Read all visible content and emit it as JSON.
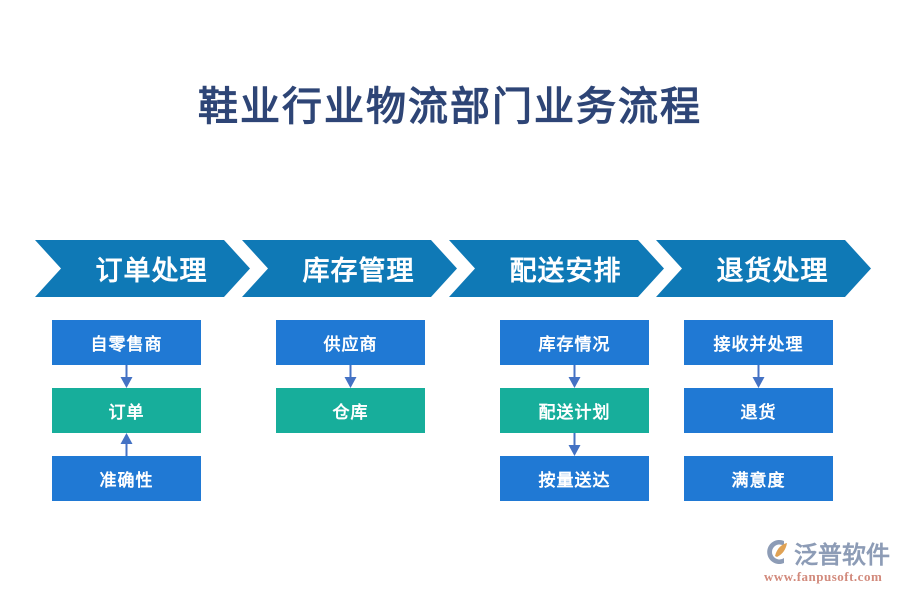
{
  "page": {
    "title": "鞋业行业物流部门业务流程",
    "background_color": "#ffffff",
    "title_color": "#2e4576"
  },
  "palette": {
    "chevron_blue": "#0f79b6",
    "box_blue": "#2079d4",
    "box_teal": "#17ae9b",
    "arrow_blue": "#4472c4",
    "logo_gray_blue": "#8d9cb6",
    "logo_url_red": "#d28a7c",
    "logo_swoosh_orange": "#e0a254"
  },
  "chart_data": {
    "type": "diagram",
    "title": "鞋业行业物流部门业务流程",
    "stages": [
      {
        "stage_label": "订单处理",
        "nodes": [
          {
            "label": "自零售商",
            "color": "blue"
          },
          {
            "label": "订单",
            "color": "teal"
          },
          {
            "label": "准确性",
            "color": "blue"
          }
        ],
        "connectors": [
          "arrow-down",
          "arrow-up"
        ]
      },
      {
        "stage_label": "库存管理",
        "nodes": [
          {
            "label": "供应商",
            "color": "blue"
          },
          {
            "label": "仓库",
            "color": "teal"
          }
        ],
        "connectors": [
          "arrow-down"
        ]
      },
      {
        "stage_label": "配送安排",
        "nodes": [
          {
            "label": "库存情况",
            "color": "blue"
          },
          {
            "label": "配送计划",
            "color": "teal"
          },
          {
            "label": "按量送达",
            "color": "blue"
          }
        ],
        "connectors": [
          "arrow-down",
          "arrow-down"
        ]
      },
      {
        "stage_label": "退货处理",
        "nodes": [
          {
            "label": "接收并处理",
            "color": "blue"
          },
          {
            "label": "退货",
            "color": "blue"
          },
          {
            "label": "满意度",
            "color": "blue"
          }
        ],
        "connectors": [
          "arrow-down",
          "none"
        ]
      }
    ]
  },
  "logo": {
    "name": "泛普软件",
    "url": "www.fanpusoft.com"
  }
}
